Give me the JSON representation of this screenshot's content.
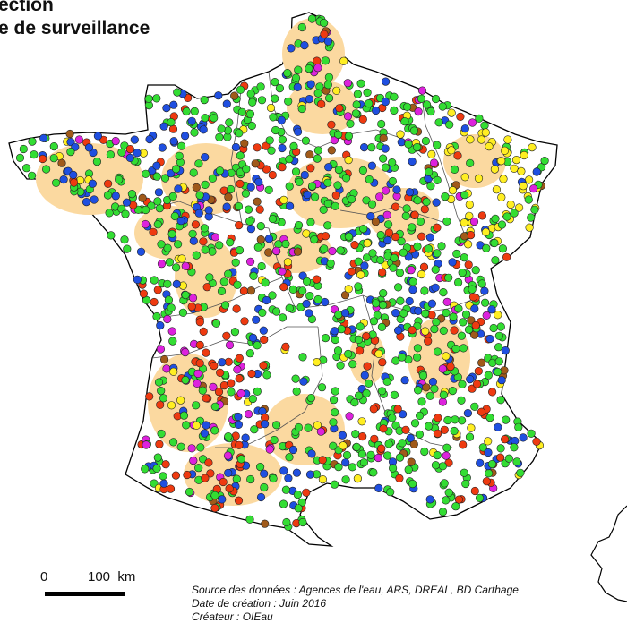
{
  "title": {
    "line1": "ection",
    "line2": "e de surveillance"
  },
  "scale": {
    "zero": "0",
    "value": "100",
    "unit": "km"
  },
  "credits": {
    "source": "Source des données : Agences de l'eau, ARS, DREAL, BD Carthage",
    "date": "Date de création : Juin 2016",
    "creator": "Créateur : OIEau"
  },
  "colors": {
    "land": "#ffffff",
    "hydro_zone": "#fbd9a0",
    "border": "#000000",
    "station_green": "#33dd33",
    "station_blue": "#1f4fe0",
    "station_red": "#ee3a10",
    "station_magenta": "#dd22dd",
    "station_yellow": "#ffee22",
    "station_brown": "#a05a1a"
  }
}
